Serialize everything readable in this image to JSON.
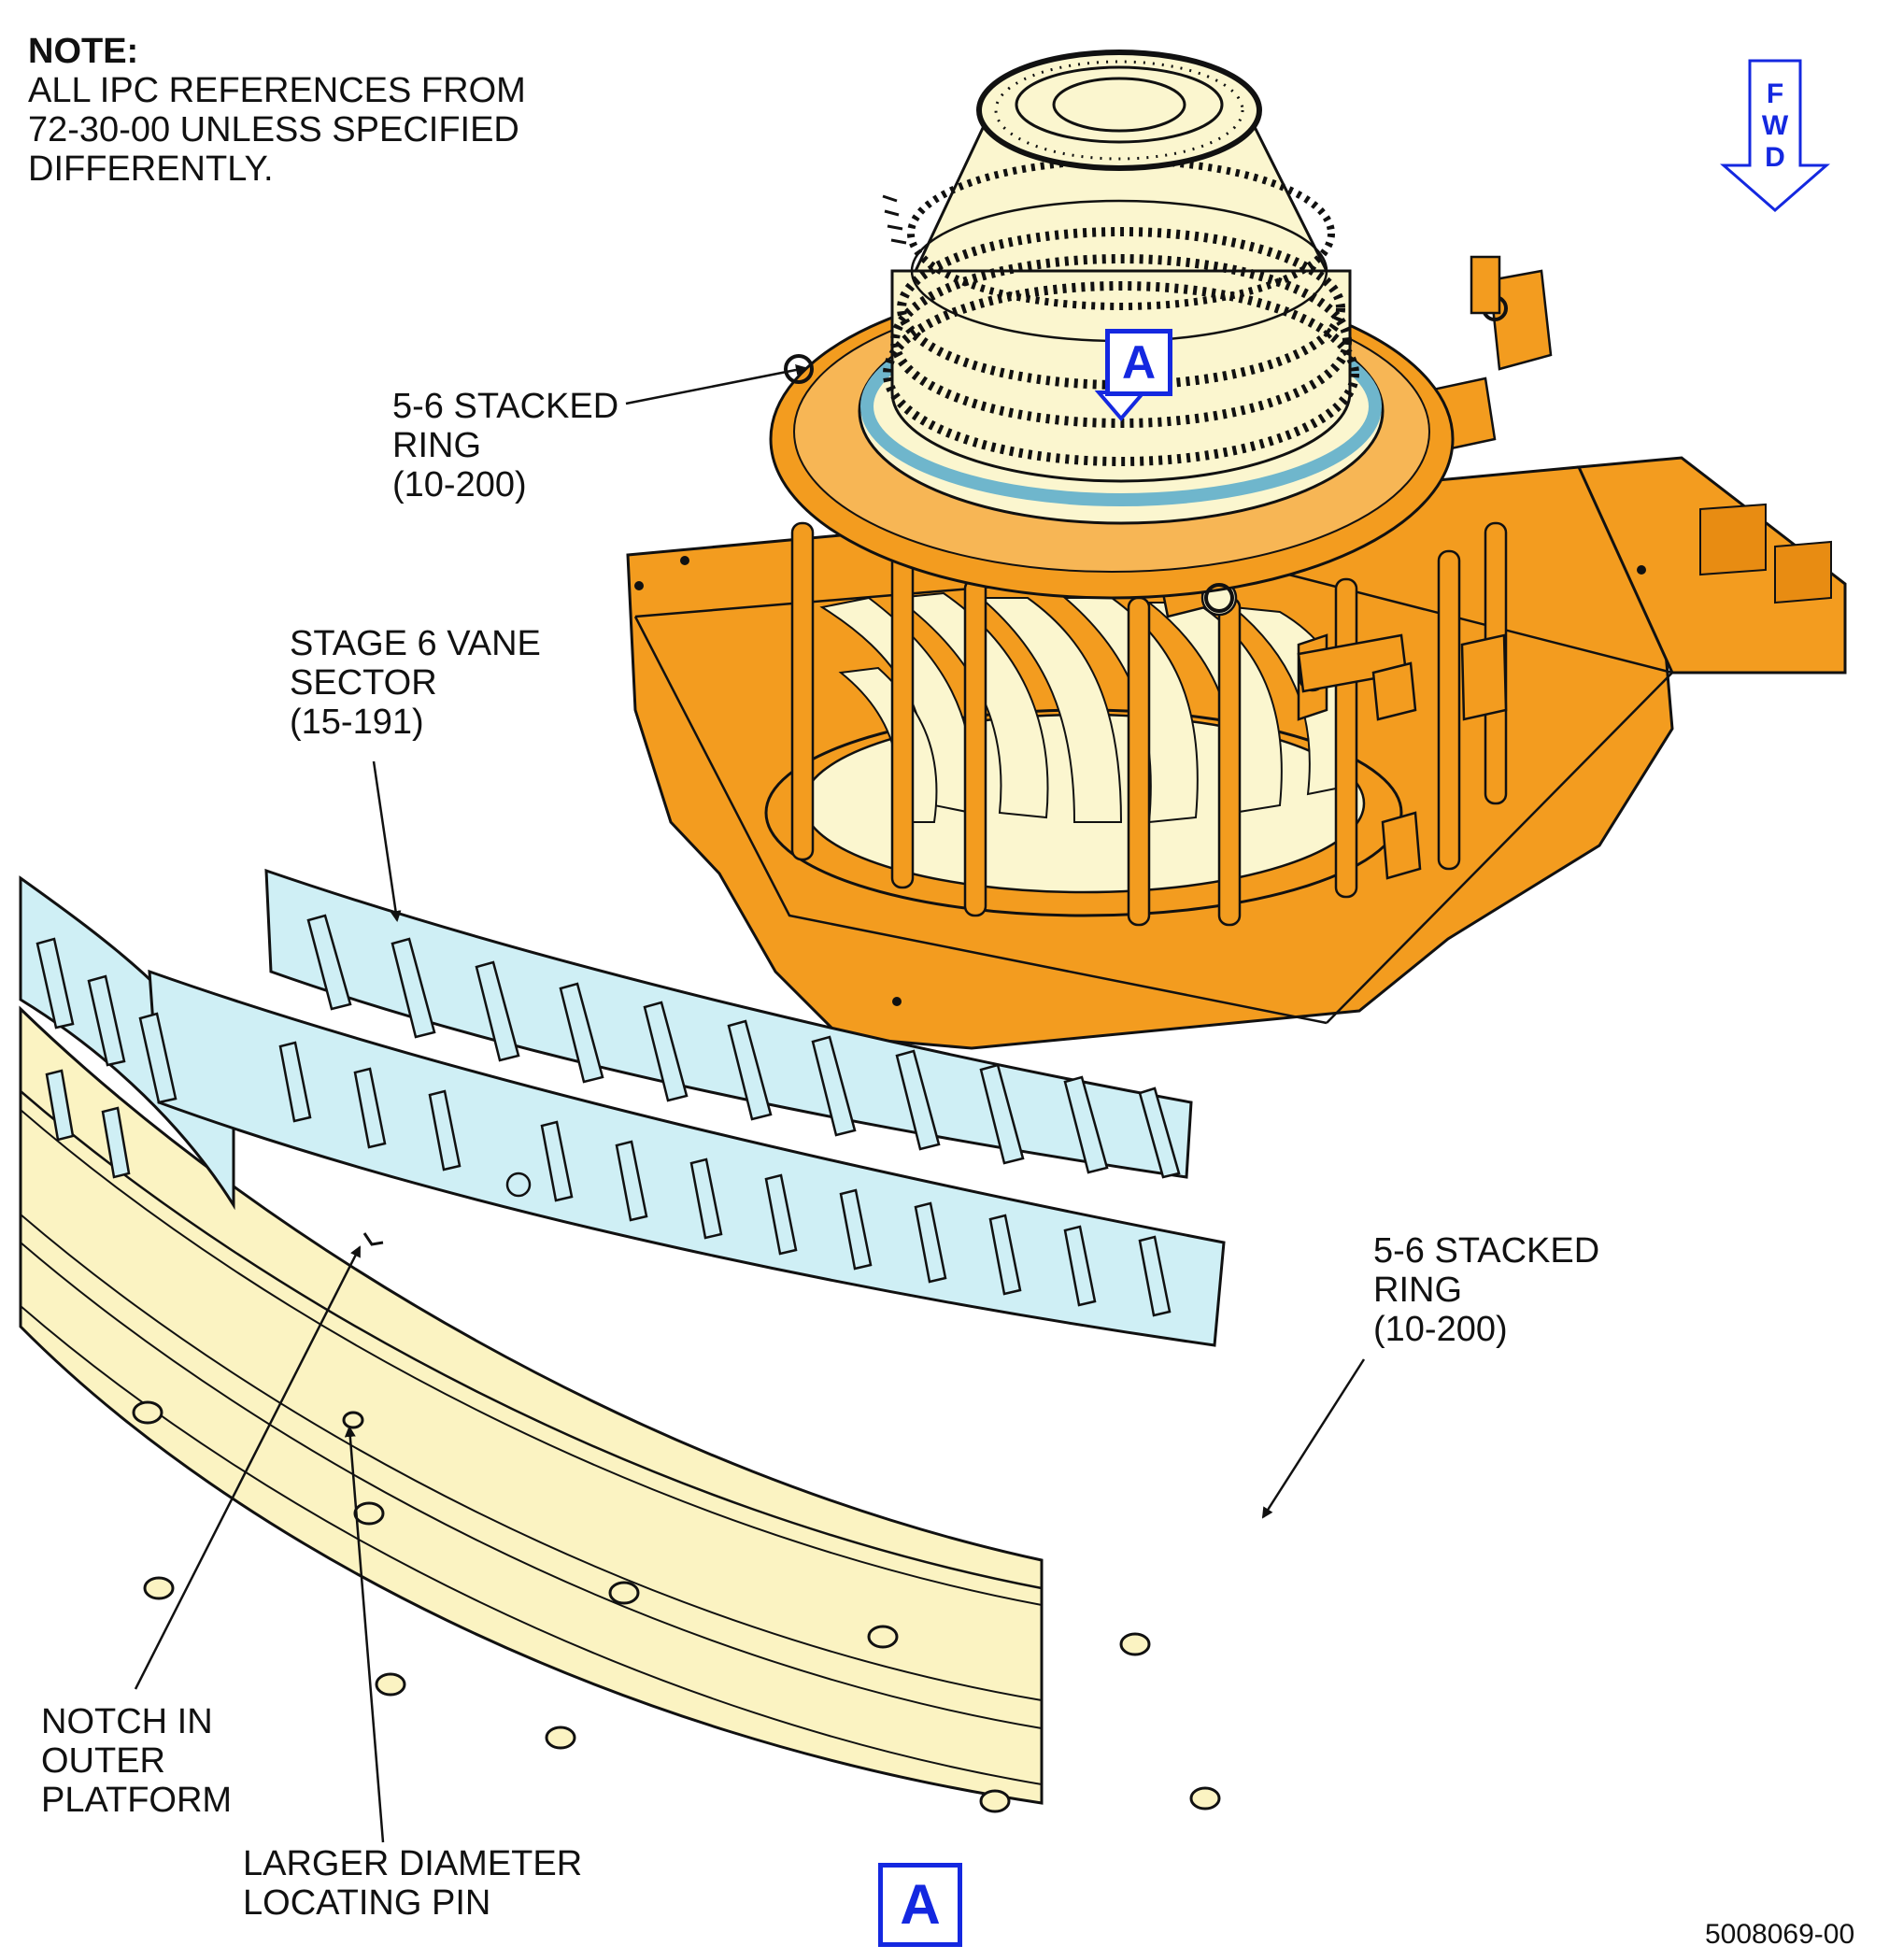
{
  "note": {
    "heading": "NOTE:",
    "lines": [
      "ALL IPC REFERENCES FROM",
      "72-30-00 UNLESS SPECIFIED",
      "DIFFERENTLY."
    ]
  },
  "fwd_indicator": {
    "letters": [
      "F",
      "W",
      "D"
    ],
    "icon": "down-arrow-icon"
  },
  "callouts": {
    "stacked_ring_top": [
      "5-6 STACKED",
      "RING",
      "(10-200)"
    ],
    "vane_sector": [
      "STAGE 6 VANE",
      "SECTOR",
      "(15-191)"
    ],
    "stacked_ring_detail": [
      "5-6 STACKED",
      "RING",
      "(10-200)"
    ],
    "notch": [
      "NOTCH IN",
      "OUTER",
      "PLATFORM"
    ],
    "locating_pin": [
      "LARGER DIAMETER",
      "LOCATING PIN"
    ]
  },
  "view_labels": {
    "top": "A",
    "bottom": "A"
  },
  "figure_number": "5008069-00",
  "colors": {
    "fixture": "#f39c1f",
    "engine_part": "#fbf6cf",
    "vane_sector": "#cfeff5",
    "stacked_ring": "#fbf3c2",
    "callout": "#1428e0",
    "linework": "#111111"
  }
}
